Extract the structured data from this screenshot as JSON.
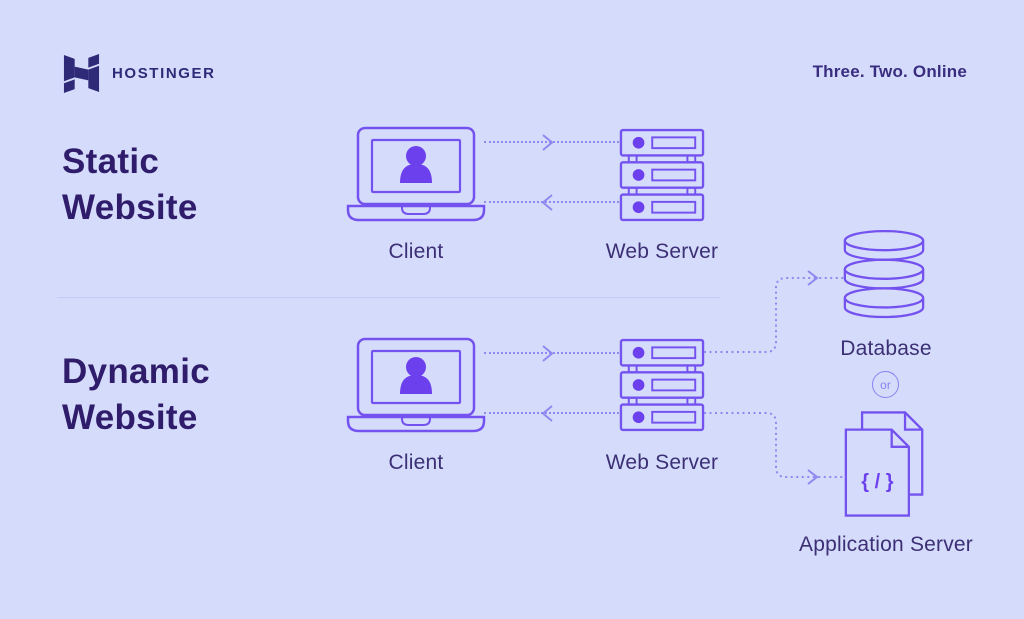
{
  "header": {
    "brand": "HOSTINGER",
    "tagline": "Three. Two. Online"
  },
  "sections": {
    "static": {
      "title_line1": "Static",
      "title_line2": "Website",
      "client_label": "Client",
      "server_label": "Web Server"
    },
    "dynamic": {
      "title_line1": "Dynamic",
      "title_line2": "Website",
      "client_label": "Client",
      "server_label": "Web Server",
      "database_label": "Database",
      "or_label": "or",
      "app_server_label": "Application Server",
      "code_glyph": "{ / }"
    }
  },
  "colors": {
    "background": "#d5dcfb",
    "icon_outline": "#7452ef",
    "icon_accent": "#6d40ee",
    "dotted_line": "#8f88f0",
    "heading_text": "#2f1c6a",
    "label_text": "#3c2f75",
    "brand_text": "#2e2a78"
  },
  "icons": [
    "hostinger-logo-icon",
    "client-laptop-icon",
    "person-icon",
    "web-server-icon",
    "database-icon",
    "application-server-icon",
    "arrow-right-icon",
    "arrow-left-icon"
  ]
}
